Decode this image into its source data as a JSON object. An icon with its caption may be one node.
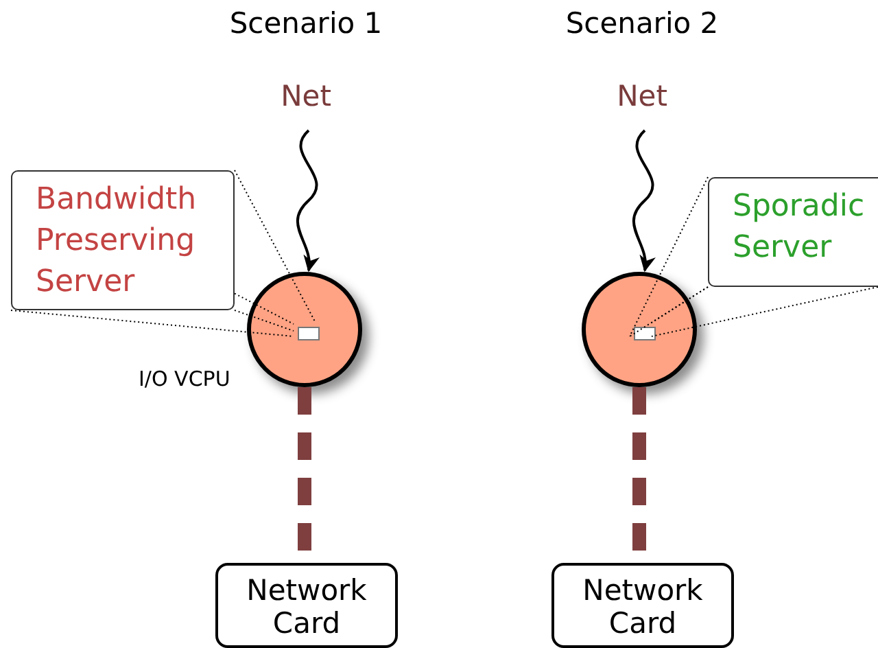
{
  "diagram": {
    "nodes": [
      {
        "text": [
          "Net"
        ]
      },
      {
        "text": [],
        "shape": "circle",
        "beside": [
          "I/O VCPU"
        ]
      },
      {
        "text": [],
        "shape": "box",
        "in": 1
      },
      {
        "text": [
          "Bandwidth Preserving Server"
        ]
      },
      {
        "text": [
          "Network Card"
        ]
      },
      {
        "text": [
          "Net"
        ]
      },
      {
        "text": [],
        "shape": "circle"
      },
      {
        "text": [],
        "shape": "box",
        "in": 6
      },
      {
        "text": [
          "Sporadic Server"
        ]
      },
      {
        "text": [
          "Network Card"
        ]
      }
    ],
    "edges": [
      {
        "from": 0,
        "to": 1,
        "arrow": "to"
      },
      {
        "from": 3,
        "to": 2,
        "arrow": "none",
        "style": "dashed"
      },
      {
        "from": 3,
        "to": 2,
        "arrow": "none",
        "style": "dashed"
      },
      {
        "from": 3,
        "to": 2,
        "arrow": "none",
        "style": "dashed"
      },
      {
        "from": 3,
        "to": 2,
        "arrow": "none",
        "style": "dashed"
      },
      {
        "from": 1,
        "to": 4,
        "arrow": "none",
        "style": "dashed",
        "color": "#7f3f3f"
      },
      {
        "from": 5,
        "to": 6,
        "arrow": "to"
      },
      {
        "from": 8,
        "to": 7,
        "arrow": "none",
        "style": "dashed"
      },
      {
        "from": 8,
        "to": 7,
        "arrow": "none",
        "style": "dashed"
      },
      {
        "from": 8,
        "to": 7,
        "arrow": "none",
        "style": "dashed"
      },
      {
        "from": 8,
        "to": 7,
        "arrow": "none",
        "style": "dashed"
      },
      {
        "from": 6,
        "to": 9,
        "arrow": "none",
        "style": "dashed",
        "color": "#7f3f3f"
      }
    ],
    "labels": [
      "Scenario 1",
      "Scenario 2"
    ]
  }
}
